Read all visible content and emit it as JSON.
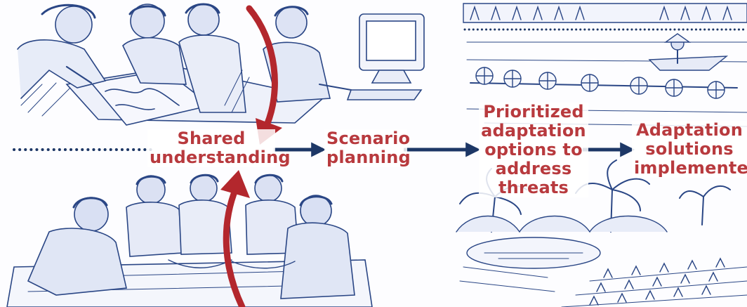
{
  "diagram": {
    "steps": [
      {
        "lines": [
          "Shared",
          "understanding"
        ]
      },
      {
        "lines": [
          "Scenario",
          "planning"
        ]
      },
      {
        "lines": [
          "Prioritized",
          "adaptation",
          "options to",
          "address",
          "threats"
        ]
      },
      {
        "lines": [
          "Adaptation",
          "solutions",
          "implemented"
        ]
      }
    ]
  },
  "colors": {
    "label_text": "#b83a3e",
    "flow_arrow": "#1d3766",
    "cycle_arrow": "#b3272d",
    "sketch_ink": "#2a4685",
    "dotted_divider": "#1d3766"
  },
  "illustrations": [
    {
      "name": "team-reviewing-map-at-computer-sketch"
    },
    {
      "name": "villagers-seated-group-meeting-sketch"
    },
    {
      "name": "rice-paddy-aerators-and-boat-sketch"
    },
    {
      "name": "palm-garden-and-seedlings-sketch"
    }
  ]
}
